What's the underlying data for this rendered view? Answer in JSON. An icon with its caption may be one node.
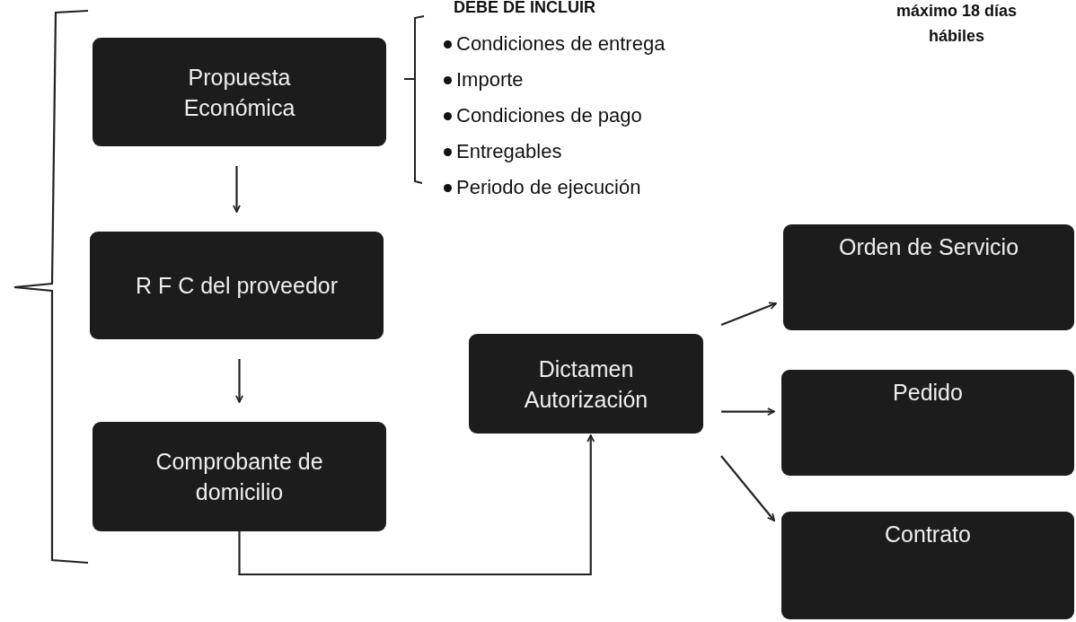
{
  "diagram": {
    "nodes": [
      {
        "text": [
          "Propuesta Económica"
        ]
      },
      {
        "text": [
          "R F C del proveedor"
        ]
      },
      {
        "text": [
          "Comprobante de domicilio"
        ]
      },
      {
        "text": [
          "Dictamen Autorización"
        ]
      },
      {
        "text": [
          "Orden de Servicio"
        ]
      },
      {
        "text": [
          "Pedido"
        ]
      },
      {
        "text": [
          "Contrato"
        ]
      }
    ],
    "edges": [
      {
        "from": 0,
        "to": 1,
        "arrow": "to"
      },
      {
        "from": 1,
        "to": 2,
        "arrow": "to"
      },
      {
        "from": 2,
        "to": 3,
        "arrow": "to"
      },
      {
        "from": 3,
        "to": 4,
        "arrow": "to"
      },
      {
        "from": 3,
        "to": 5,
        "arrow": "to"
      },
      {
        "from": 3,
        "to": 6,
        "arrow": "to"
      }
    ],
    "labels": [
      "DEBE DE  INCLUIR",
      "máximo 18 días hábiles",
      "Condiciones de entrega",
      "Importe",
      "Condiciones de pago",
      "Entregables",
      "Periodo de ejecución"
    ]
  }
}
